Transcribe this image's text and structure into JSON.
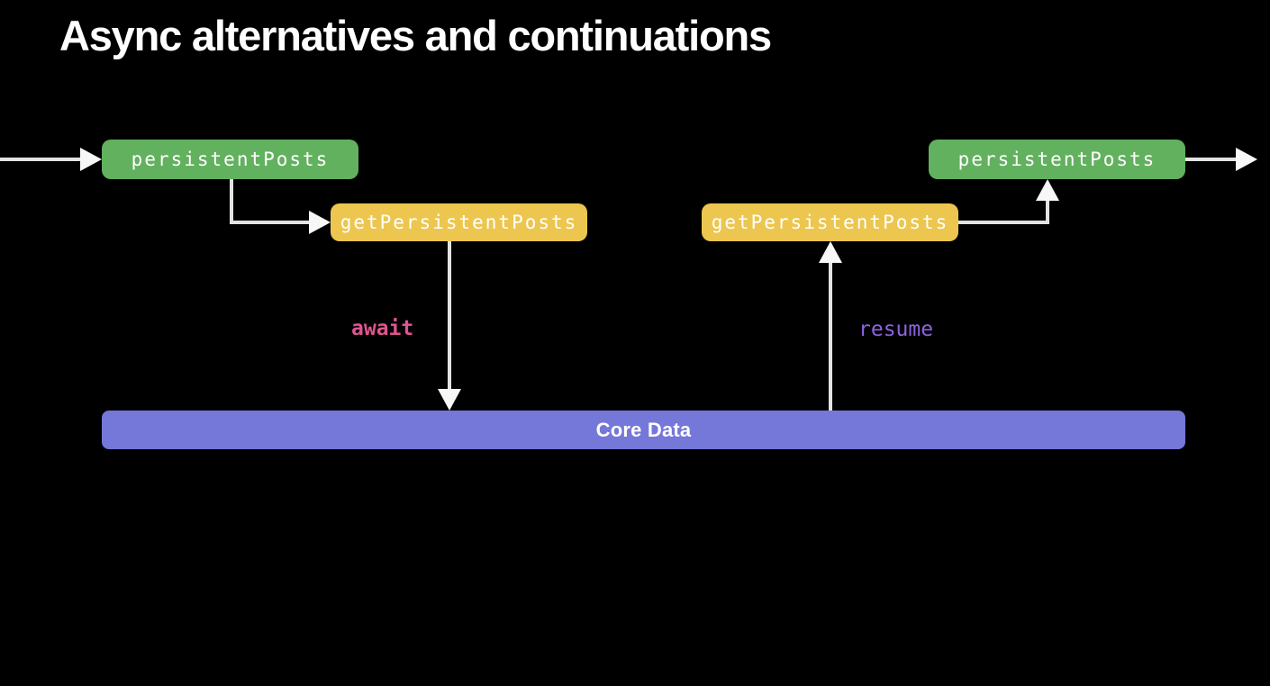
{
  "slide": {
    "title": "Async alternatives and continuations"
  },
  "diagram": {
    "nodes": {
      "persistent_left": {
        "label": "persistentPosts"
      },
      "get_persistent_left": {
        "label": "getPersistentPosts"
      },
      "get_persistent_right": {
        "label": "getPersistentPosts"
      },
      "persistent_right": {
        "label": "persistentPosts"
      },
      "core_data": {
        "label": "Core Data"
      }
    },
    "annotations": {
      "await": {
        "label": "await"
      },
      "resume": {
        "label": "resume"
      }
    }
  },
  "colors": {
    "background": "#000000",
    "title_text": "#ffffff",
    "node_green": "#62b15e",
    "node_yellow": "#ecc64f",
    "core_data_purple": "#7577d9",
    "node_text": "#ffffff",
    "arrow_line": "#e3e3e3",
    "arrow_head": "#f7f7f7",
    "await_pink": "#de5590",
    "resume_purple": "#8d63e0"
  }
}
